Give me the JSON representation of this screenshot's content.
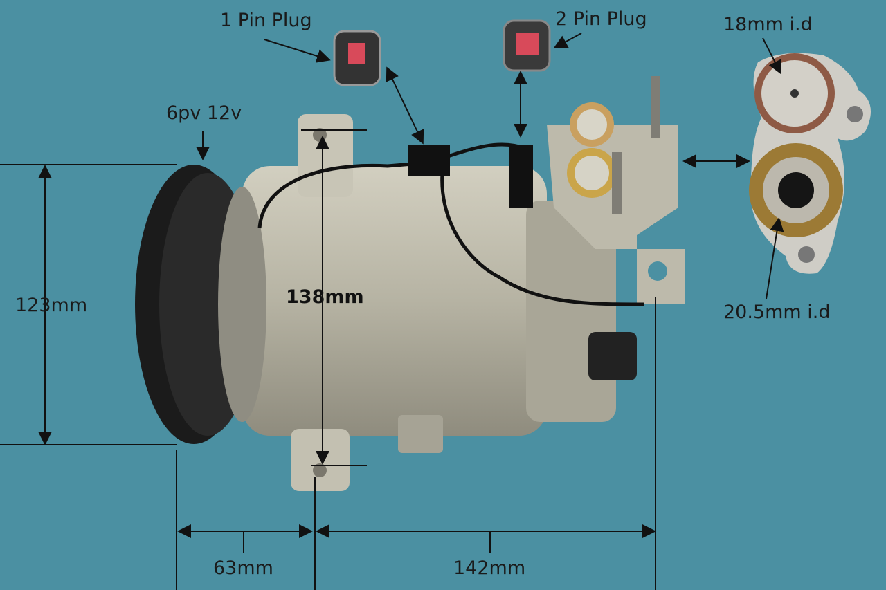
{
  "labels": {
    "one_pin_plug": "1 Pin Plug",
    "two_pin_plug": "2 Pin Plug",
    "pulley": "6pv 12v",
    "port_small": "18mm i.d",
    "port_large": "20.5mm i.d",
    "height": "123mm",
    "mount_span": "138mm",
    "pulley_offset": "63mm",
    "body_length": "142mm"
  },
  "colors": {
    "background": "#4b90a2",
    "body": "#b9b6a6",
    "pulley": "#1b1b1b",
    "arrow": "#111111"
  }
}
